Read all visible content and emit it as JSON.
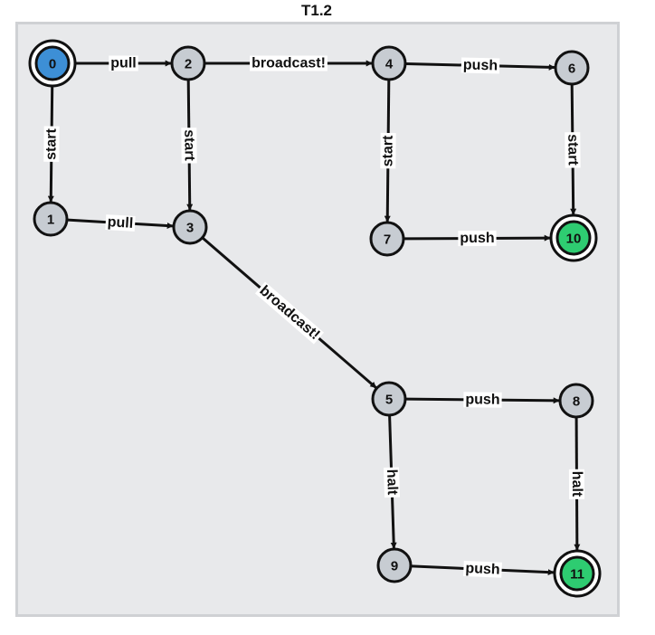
{
  "title": "T1.2",
  "colors": {
    "initial_fill": "#3d8fd6",
    "final_fill": "#2ecc71",
    "node_fill": "#c7ccd2",
    "stroke": "#111111",
    "background": "#e8e9eb"
  },
  "nodes": [
    {
      "id": "0",
      "label": "0",
      "kind": "initial"
    },
    {
      "id": "1",
      "label": "1",
      "kind": "normal"
    },
    {
      "id": "2",
      "label": "2",
      "kind": "normal"
    },
    {
      "id": "3",
      "label": "3",
      "kind": "normal"
    },
    {
      "id": "4",
      "label": "4",
      "kind": "normal"
    },
    {
      "id": "5",
      "label": "5",
      "kind": "normal"
    },
    {
      "id": "6",
      "label": "6",
      "kind": "normal"
    },
    {
      "id": "7",
      "label": "7",
      "kind": "normal"
    },
    {
      "id": "8",
      "label": "8",
      "kind": "normal"
    },
    {
      "id": "9",
      "label": "9",
      "kind": "normal"
    },
    {
      "id": "10",
      "label": "10",
      "kind": "final"
    },
    {
      "id": "11",
      "label": "11",
      "kind": "final"
    }
  ],
  "edges": [
    {
      "from": "0",
      "to": "2",
      "label": "pull"
    },
    {
      "from": "0",
      "to": "1",
      "label": "start"
    },
    {
      "from": "2",
      "to": "4",
      "label": "broadcast!"
    },
    {
      "from": "2",
      "to": "3",
      "label": "start"
    },
    {
      "from": "1",
      "to": "3",
      "label": "pull"
    },
    {
      "from": "4",
      "to": "6",
      "label": "push"
    },
    {
      "from": "4",
      "to": "7",
      "label": "start"
    },
    {
      "from": "6",
      "to": "10",
      "label": "start"
    },
    {
      "from": "7",
      "to": "10",
      "label": "push"
    },
    {
      "from": "3",
      "to": "5",
      "label": "broadcast!"
    },
    {
      "from": "5",
      "to": "8",
      "label": "push"
    },
    {
      "from": "5",
      "to": "9",
      "label": "halt"
    },
    {
      "from": "8",
      "to": "11",
      "label": "halt"
    },
    {
      "from": "9",
      "to": "11",
      "label": "push"
    }
  ]
}
